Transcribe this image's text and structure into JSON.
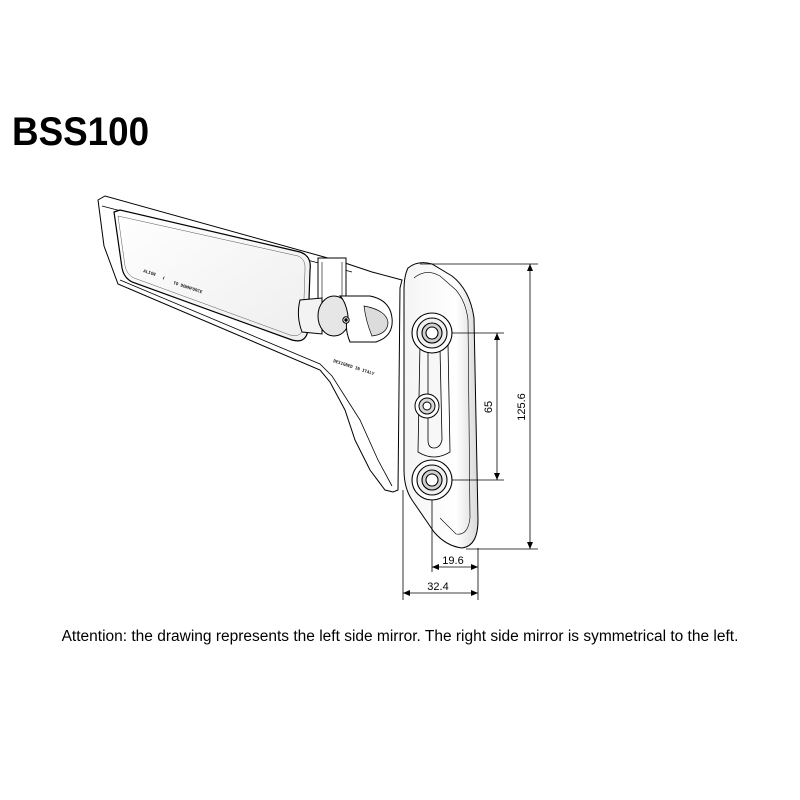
{
  "title": "BSS100",
  "note": "Attention: the drawing represents the left side mirror. The right side mirror is symmetrical to the left.",
  "engraving": {
    "line1": "ALIGN",
    "line2": "TO DOWNFORCE",
    "line3": "DESIGNED IN ITALY"
  },
  "dimensions": {
    "overall_height": "125.6",
    "hole_spacing": "65",
    "inner_width": "19.6",
    "outer_width": "32.4"
  },
  "colors": {
    "line": "#000000",
    "fill_light": "#f2f2f2",
    "fill_dark": "#cfcfcf"
  }
}
